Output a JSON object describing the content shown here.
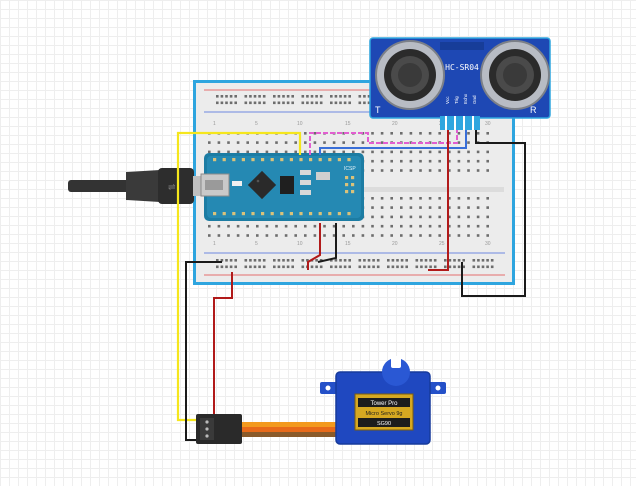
{
  "sensor": {
    "model": "HC-SR04",
    "left_mark": "T",
    "right_mark": "R",
    "pins": [
      "Vcc",
      "Trig",
      "Echo",
      "Gnd"
    ]
  },
  "arduino": {
    "icsp_label": "ICSP"
  },
  "breadboard": {
    "column_numbers": [
      "1",
      "5",
      "10",
      "15",
      "20",
      "25",
      "30"
    ]
  },
  "servo": {
    "brand": "Tower Pro",
    "model": "Micro Servo 9g",
    "part": "SG90"
  },
  "wire_colors": {
    "signal": "#f5e61c",
    "power": "#b11a1a",
    "ground": "#1a1a1a",
    "trig": "#e25ed0",
    "echo": "#3a6fd8",
    "usb": "#333333"
  }
}
